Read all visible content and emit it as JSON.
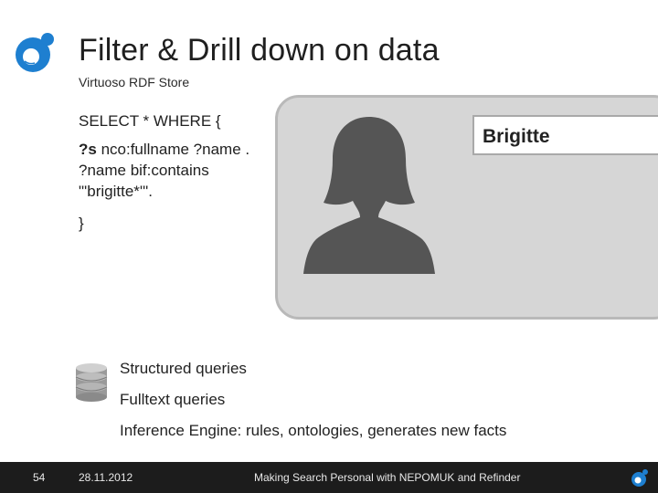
{
  "slide": {
    "title": "Filter & Drill down on data",
    "subtitle": "Virtuoso RDF Store",
    "query": {
      "line1": "SELECT * WHERE {",
      "line2_var": "?s",
      "line2_rest": " nco:fullname ?name .",
      "line3": "?name bif:contains",
      "line4": "\"'brigitte*'\".",
      "line5": "}"
    },
    "person_card": {
      "name": "Brigitte"
    },
    "bullets": [
      "Structured queries",
      "Fulltext queries",
      "Inference Engine: rules, ontologies, generates new facts"
    ],
    "icons": [
      "nepomuk-logo-icon",
      "person-silhouette-icon",
      "database-icon"
    ],
    "colors": {
      "accent": "#1e7fd0",
      "footer_bg": "#1c1c1c",
      "card_bg": "#d6d6d6",
      "silhouette": "#555555"
    }
  },
  "footer": {
    "page_number": "54",
    "date": "28.11.2012",
    "title": "Making Search Personal with NEPOMUK and Refinder"
  }
}
